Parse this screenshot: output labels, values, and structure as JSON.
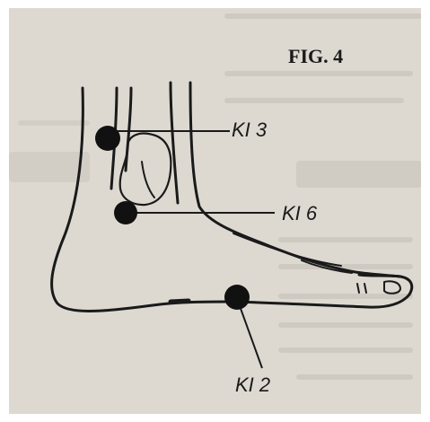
{
  "figure": {
    "title": "FIG. 4",
    "points": [
      {
        "id": "ki3",
        "label": "KI 3"
      },
      {
        "id": "ki6",
        "label": "KI 6"
      },
      {
        "id": "ki2",
        "label": "KI 2"
      }
    ]
  },
  "colors": {
    "paper": "#ddd9d1",
    "ink": "#1a1a1a",
    "faded_print": "#c8c3ba"
  }
}
